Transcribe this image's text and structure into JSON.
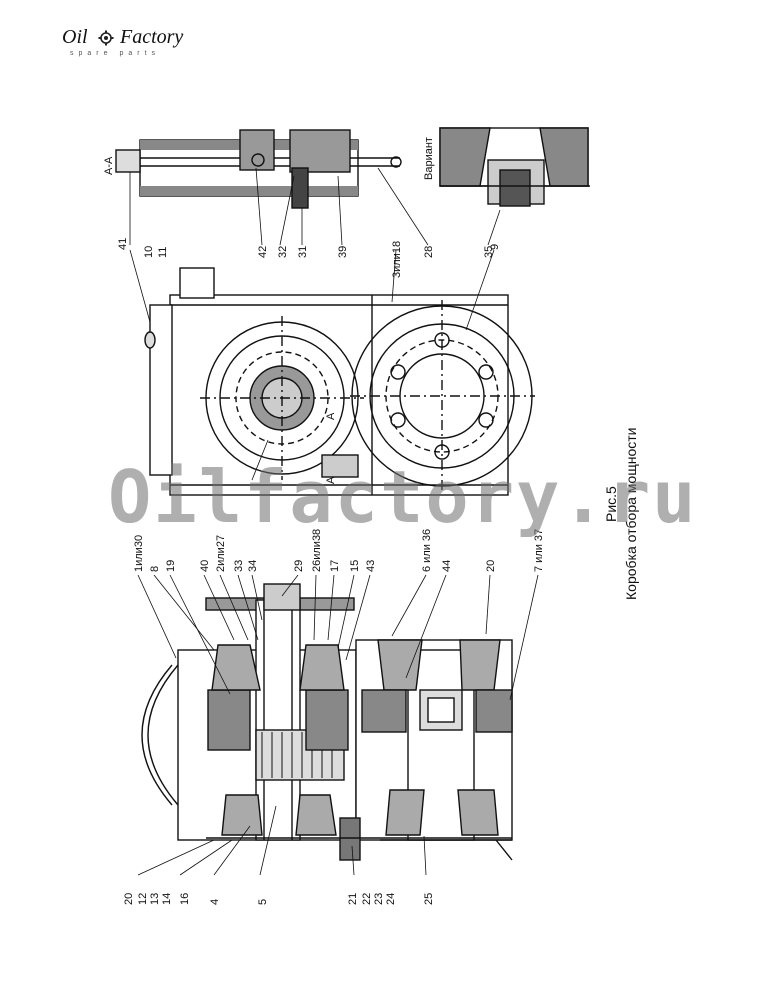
{
  "logo": {
    "brand_part1": "Oil",
    "brand_part2": "Factory",
    "tagline": "spare parts"
  },
  "watermark": "Oilfactory.ru",
  "figure": {
    "number": "Рис.5",
    "caption": "Коробка отбора мощности"
  },
  "section_labels": {
    "aa": "А-А",
    "variant": "Вариант"
  },
  "callouts_left": [
    "1или30",
    "8",
    "19",
    "40",
    "2или27",
    "33",
    "34",
    "29",
    "26или38",
    "17",
    "15",
    "43",
    "6 или 36",
    "44",
    "20",
    "7 или 37"
  ],
  "callouts_bottom": [
    "20",
    "12",
    "13",
    "14",
    "16",
    "4",
    "5",
    "21",
    "22",
    "23",
    "24",
    "25"
  ],
  "callouts_middle": [
    "41",
    "3или18",
    "9",
    "А",
    "А"
  ],
  "callouts_top": [
    "10",
    "11",
    "42",
    "32",
    "31",
    "39",
    "28",
    "35"
  ]
}
